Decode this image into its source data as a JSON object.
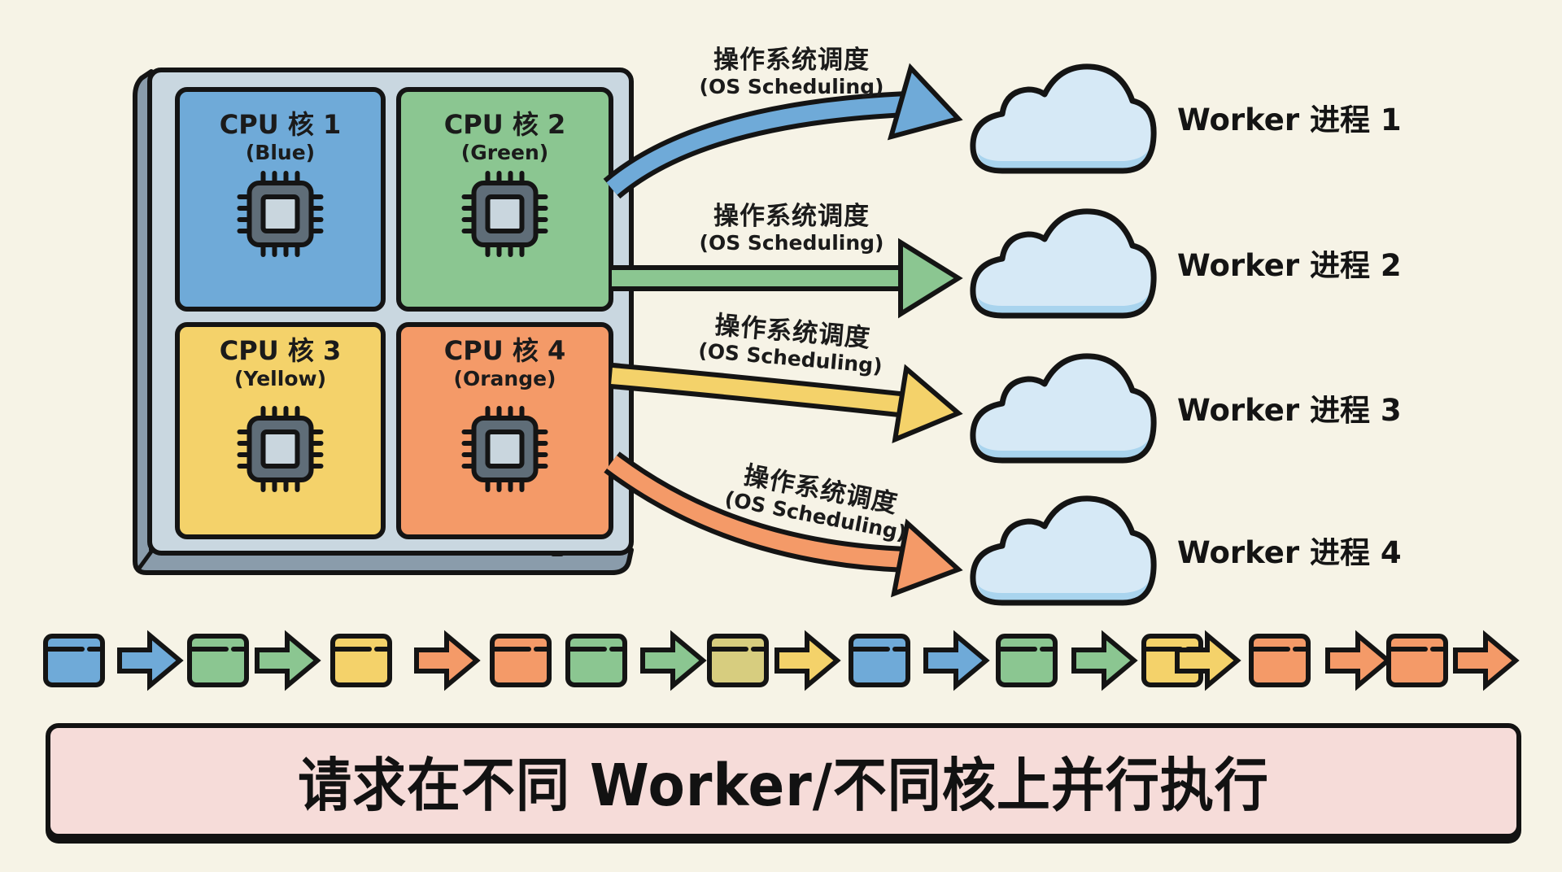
{
  "colors": {
    "background": "#f6f3e6",
    "outline": "#141414",
    "frame_face": "#c9d7e0",
    "frame_side": "#8a9cab",
    "chip_body": "#5f6d78",
    "chip_die": "#c9d6de",
    "blue": "#6faad8",
    "green": "#8bc691",
    "yellow": "#f4d26a",
    "orange": "#f49a68",
    "olive": "#d7cd7f",
    "cloud_fill": "#d6e9f6",
    "cloud_shade": "#a9d4ee",
    "banner_fill": "#f6dcd9"
  },
  "cpu_cores": [
    {
      "title": "CPU 核 1",
      "subtitle": "(Blue)",
      "color": "blue",
      "icon": "cpu-chip-icon"
    },
    {
      "title": "CPU 核 2",
      "subtitle": "(Green)",
      "color": "green",
      "icon": "cpu-chip-icon"
    },
    {
      "title": "CPU 核 3",
      "subtitle": "(Yellow)",
      "color": "yellow",
      "icon": "cpu-chip-icon"
    },
    {
      "title": "CPU 核 4",
      "subtitle": "(Orange)",
      "color": "orange",
      "icon": "cpu-chip-icon"
    }
  ],
  "scheduling_arrows": [
    {
      "label_cn": "操作系统调度",
      "label_en": "(OS Scheduling)",
      "color": "blue",
      "from": "CPU 核 2",
      "to": "Worker 进程 1"
    },
    {
      "label_cn": "操作系统调度",
      "label_en": "(OS Scheduling)",
      "color": "green",
      "from": "CPU 核 2",
      "to": "Worker 进程 2"
    },
    {
      "label_cn": "操作系统调度",
      "label_en": "(OS Scheduling)",
      "color": "yellow",
      "from": "CPU 核 4",
      "to": "Worker 进程 3"
    },
    {
      "label_cn": "操作系统调度",
      "label_en": "(OS Scheduling)",
      "color": "orange",
      "from": "CPU 核 4",
      "to": "Worker 进程 4"
    }
  ],
  "workers": [
    {
      "label": "Worker 进程 1",
      "icon": "cloud-icon"
    },
    {
      "label": "Worker 进程 2",
      "icon": "cloud-icon"
    },
    {
      "label": "Worker 进程 3",
      "icon": "cloud-icon"
    },
    {
      "label": "Worker 进程 4",
      "icon": "cloud-icon"
    }
  ],
  "request_sequence": [
    {
      "type": "box",
      "color": "blue"
    },
    {
      "type": "arrow",
      "color": "blue"
    },
    {
      "type": "box",
      "color": "green"
    },
    {
      "type": "arrow",
      "color": "green"
    },
    {
      "type": "box",
      "color": "yellow"
    },
    {
      "type": "arrow",
      "color": "orange"
    },
    {
      "type": "box",
      "color": "orange"
    },
    {
      "type": "box",
      "color": "green"
    },
    {
      "type": "arrow",
      "color": "green"
    },
    {
      "type": "box",
      "color": "olive"
    },
    {
      "type": "arrow",
      "color": "yellow"
    },
    {
      "type": "box",
      "color": "blue"
    },
    {
      "type": "arrow",
      "color": "blue"
    },
    {
      "type": "box",
      "color": "green"
    },
    {
      "type": "arrow",
      "color": "green"
    },
    {
      "type": "box",
      "color": "yellow"
    },
    {
      "type": "arrow",
      "color": "yellow"
    },
    {
      "type": "box",
      "color": "orange"
    },
    {
      "type": "arrow",
      "color": "orange"
    },
    {
      "type": "box",
      "color": "orange"
    },
    {
      "type": "arrow",
      "color": "orange"
    }
  ],
  "banner": {
    "text": "请求在不同 Worker/不同核上并行执行"
  }
}
